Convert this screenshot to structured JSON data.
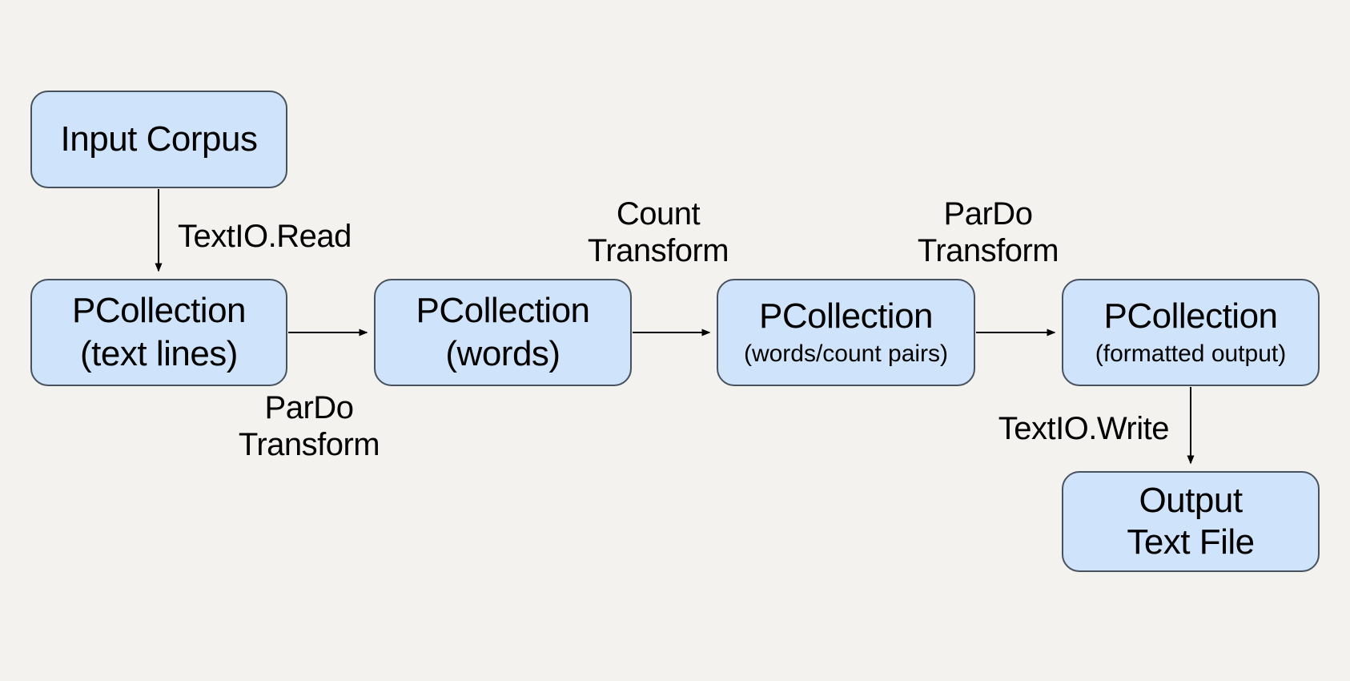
{
  "diagram": {
    "description": "Apache Beam WordCount pipeline flow diagram",
    "colors": {
      "background": "#f3f2ee",
      "node_fill": "#cfe3fa",
      "node_border": "#47525e",
      "arrow": "#000000",
      "text": "#000000"
    },
    "nodes": [
      {
        "id": "input-corpus",
        "title": "Input Corpus",
        "subtitle": ""
      },
      {
        "id": "pcollection-text-lines",
        "title": "PCollection",
        "subtitle": "(text lines)"
      },
      {
        "id": "pcollection-words",
        "title": "PCollection",
        "subtitle": "(words)"
      },
      {
        "id": "pcollection-word-count-pairs",
        "title": "PCollection",
        "subtitle": "(words/count pairs)"
      },
      {
        "id": "pcollection-formatted-output",
        "title": "PCollection",
        "subtitle": "(formatted output)"
      },
      {
        "id": "output-text-file",
        "title": "Output",
        "subtitle": "Text File"
      }
    ],
    "edge_labels": {
      "textio_read": "TextIO.Read",
      "pardo_transform_a": [
        "ParDo",
        "Transform"
      ],
      "count_transform": [
        "Count",
        "Transform"
      ],
      "pardo_transform_b": [
        "ParDo",
        "Transform"
      ],
      "textio_write": "TextIO.Write"
    }
  }
}
